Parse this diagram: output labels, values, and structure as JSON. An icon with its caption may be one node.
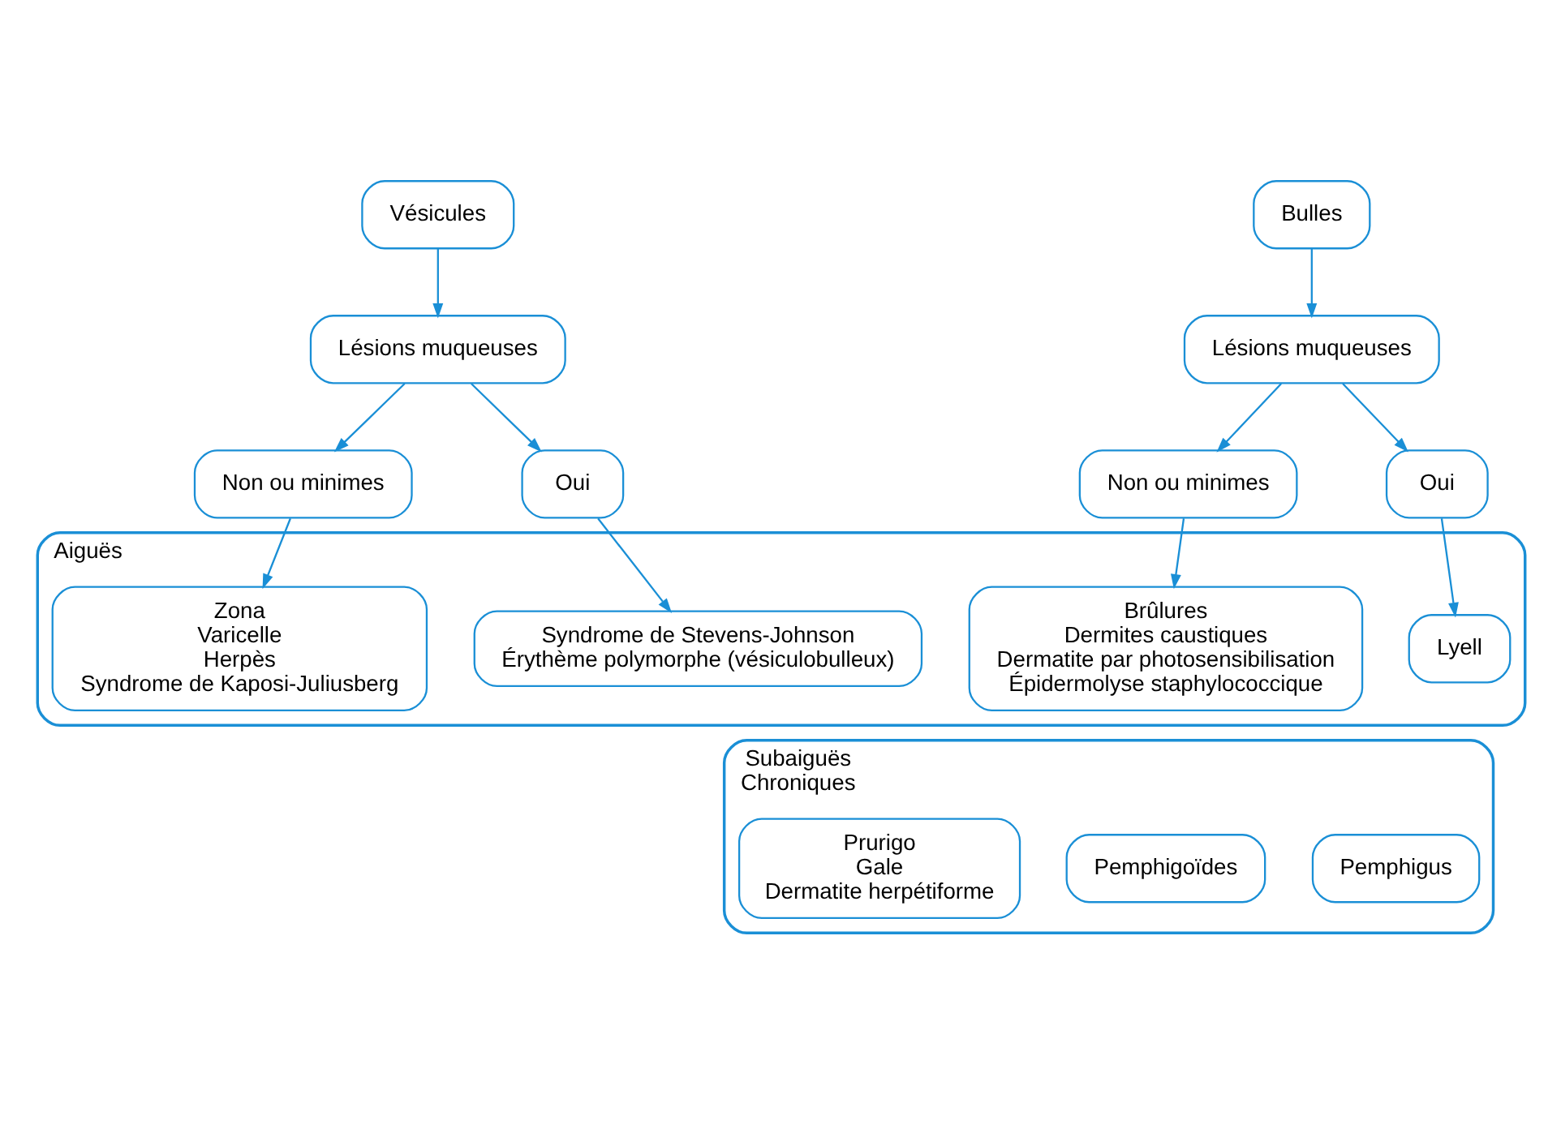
{
  "diagram": {
    "nodes": [
      {
        "text": [
          "Vésicules"
        ]
      },
      {
        "text": [
          "Lésions muqueuses"
        ]
      },
      {
        "text": [
          "Non ou minimes"
        ]
      },
      {
        "text": [
          "Oui"
        ]
      },
      {
        "text": [
          "Bulles"
        ]
      },
      {
        "text": [
          "Lésions muqueuses"
        ]
      },
      {
        "text": [
          "Non ou minimes"
        ]
      },
      {
        "text": [
          "Oui"
        ]
      },
      {
        "text": [
          "Aiguës"
        ]
      },
      {
        "text": [
          "Zona",
          "Varicelle",
          "Herpès",
          "Syndrome de Kaposi-Juliusberg"
        ],
        "in": 8
      },
      {
        "text": [
          "Syndrome de Stevens-Johnson",
          "Érythème polymorphe (vésiculobulleux)"
        ],
        "in": 8
      },
      {
        "text": [
          "Brûlures",
          "Dermites caustiques",
          "Dermatite par photosensibilisation",
          "Épidermolyse staphylococcique"
        ],
        "in": 8
      },
      {
        "text": [
          "Lyell"
        ],
        "in": 8
      },
      {
        "text": [
          "Subaiguës",
          "Chroniques"
        ]
      },
      {
        "text": [
          "Prurigo",
          "Gale",
          "Dermatite herpétiforme"
        ],
        "in": 13
      },
      {
        "text": [
          "Pemphigoïdes"
        ],
        "in": 13
      },
      {
        "text": [
          "Pemphigus"
        ],
        "in": 13
      }
    ],
    "edges": [
      {
        "from": 0,
        "to": 1,
        "arrow": "to"
      },
      {
        "from": 1,
        "to": 2,
        "arrow": "to"
      },
      {
        "from": 1,
        "to": 3,
        "arrow": "to"
      },
      {
        "from": 2,
        "to": 9,
        "arrow": "to"
      },
      {
        "from": 3,
        "to": 10,
        "arrow": "to"
      },
      {
        "from": 4,
        "to": 5,
        "arrow": "to"
      },
      {
        "from": 5,
        "to": 6,
        "arrow": "to"
      },
      {
        "from": 5,
        "to": 7,
        "arrow": "to"
      },
      {
        "from": 6,
        "to": 11,
        "arrow": "to"
      },
      {
        "from": 7,
        "to": 12,
        "arrow": "to"
      }
    ]
  }
}
